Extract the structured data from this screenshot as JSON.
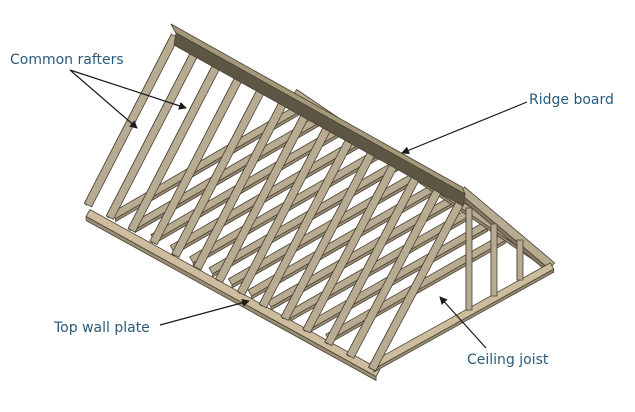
{
  "labels": {
    "common_rafters": "Common rafters",
    "ridge_board": "Ridge board",
    "top_wall_plate": "Top wall plate",
    "ceiling_joist": "Ceiling joist"
  },
  "colors": {
    "label_text": "#2a5a7a",
    "arrow": "#1a1a1a",
    "timber_face": "#b7ab91",
    "timber_dark": "#837760",
    "timber_side": "#9a8e74",
    "timber_edge": "#4a4234",
    "plate_face": "#cdbd9e",
    "ridge_top": "#a39879",
    "ridge_face": "#5e5645"
  },
  "structure": {
    "rafter_count": 14,
    "ceiling_joist_count": 12,
    "gable_stud_count": 3
  },
  "icons": {
    "pointer": "arrow-head"
  }
}
